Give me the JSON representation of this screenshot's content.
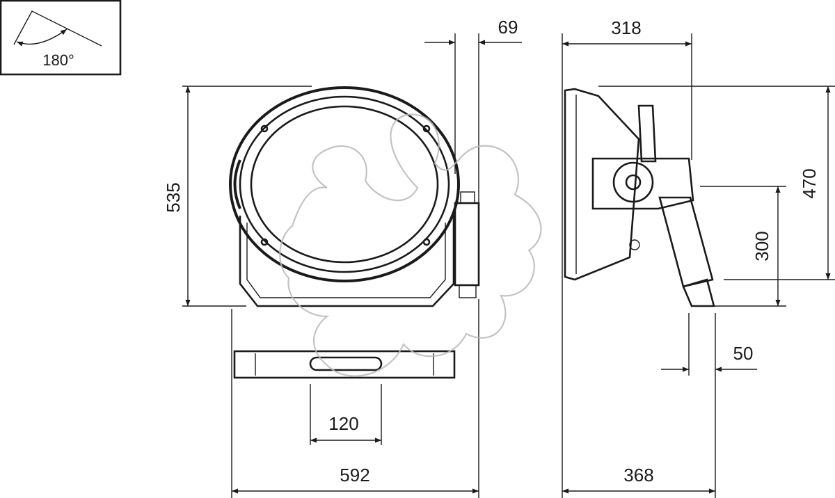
{
  "tilt_indicator": {
    "angle_label": "180°"
  },
  "dimensions": {
    "top_offset": "69",
    "side_depth": "318",
    "total_height": "535",
    "side_height": "470",
    "bracket_height": "300",
    "bracket_foot": "50",
    "mount_slot": "120",
    "total_width": "592",
    "total_depth": "368"
  },
  "colors": {
    "line": "#1a1a1a",
    "watermark": "#b8b8b8",
    "background": "#ffffff"
  }
}
